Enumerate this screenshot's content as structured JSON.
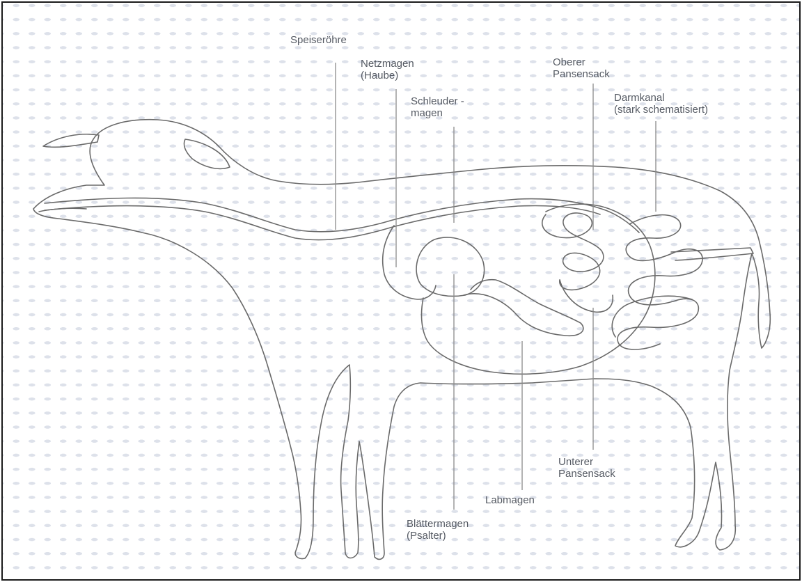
{
  "title": "",
  "labels": {
    "speiseroehre": "Speiseröhre",
    "netzmagen_1": "Netzmagen",
    "netzmagen_2": "(Haube)",
    "schleudermagen_1": "Schleuder -",
    "schleudermagen_2": "magen",
    "oberer_pansensack_1": "Oberer",
    "oberer_pansensack_2": "Pansensack",
    "darmkanal_1": "Darmkanal",
    "darmkanal_2": "(stark schematisiert)",
    "unterer_pansensack_1": "Unterer",
    "unterer_pansensack_2": "Pansensack",
    "labmagen": "Labmagen",
    "blaettermagen_1": "Blättermagen",
    "blaettermagen_2": "(Psalter)"
  },
  "colors": {
    "outline": "#6a6a6a",
    "leader_line": "#8a8a8a",
    "label_text": "#555a63",
    "background_dots": "#dde1ea",
    "frame": "#1a1a1a"
  }
}
